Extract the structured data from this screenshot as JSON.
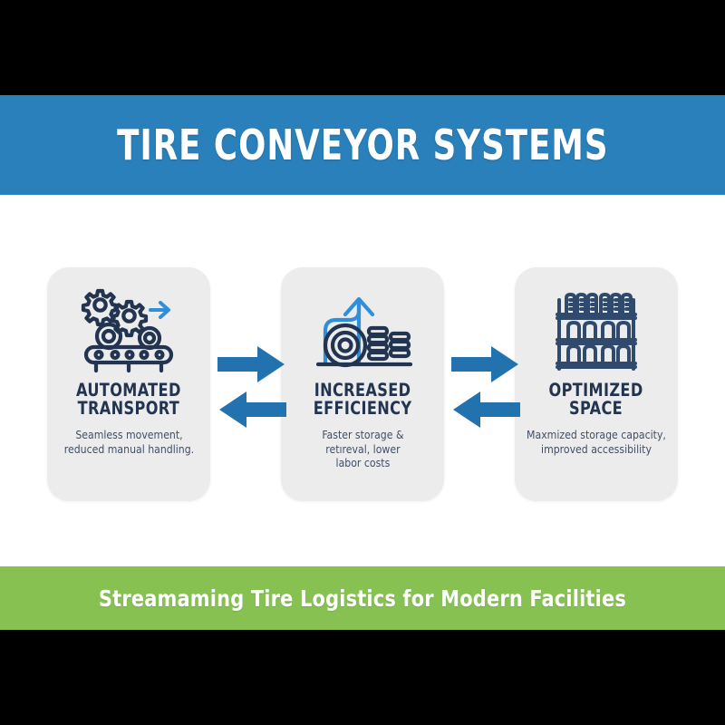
{
  "colors": {
    "background": "#000000",
    "header_band": "#2980ba",
    "stage": "#ffffff",
    "card": "#ececed",
    "heading_text": "#22344f",
    "body_text": "#3f4f68",
    "arrow": "#2272b0",
    "icon_dark": "#22344f",
    "icon_accent": "#2f8fd8",
    "footer_band": "#86c152",
    "footer_text": "#ffffff"
  },
  "header": {
    "title": "TIRE CONVEYOR SYSTEMS"
  },
  "cards": [
    {
      "icon": "conveyor-belt-icon",
      "heading": "AUTOMATED\nTRANSPORT",
      "description": "Seamless movement,\nreduced manual handling."
    },
    {
      "icon": "rising-arrow-tires-icon",
      "heading": "INCREASED\nEFFICIENCY",
      "description": "Faster storage &\nretıreval, lower\nlabor costs"
    },
    {
      "icon": "warehouse-rack-icon",
      "heading": "OPTIMIZED\nSPACE",
      "description": "Maxmized storage capacity,\nimproved accessibility"
    }
  ],
  "connectors": [
    {
      "icon": "bidirectional-arrows-icon",
      "direction": "right-and-left"
    },
    {
      "icon": "bidirectional-arrows-icon",
      "direction": "right-and-left"
    }
  ],
  "footer": {
    "tagline": "Streamaming Tire Logistics for Modern Facilities"
  }
}
